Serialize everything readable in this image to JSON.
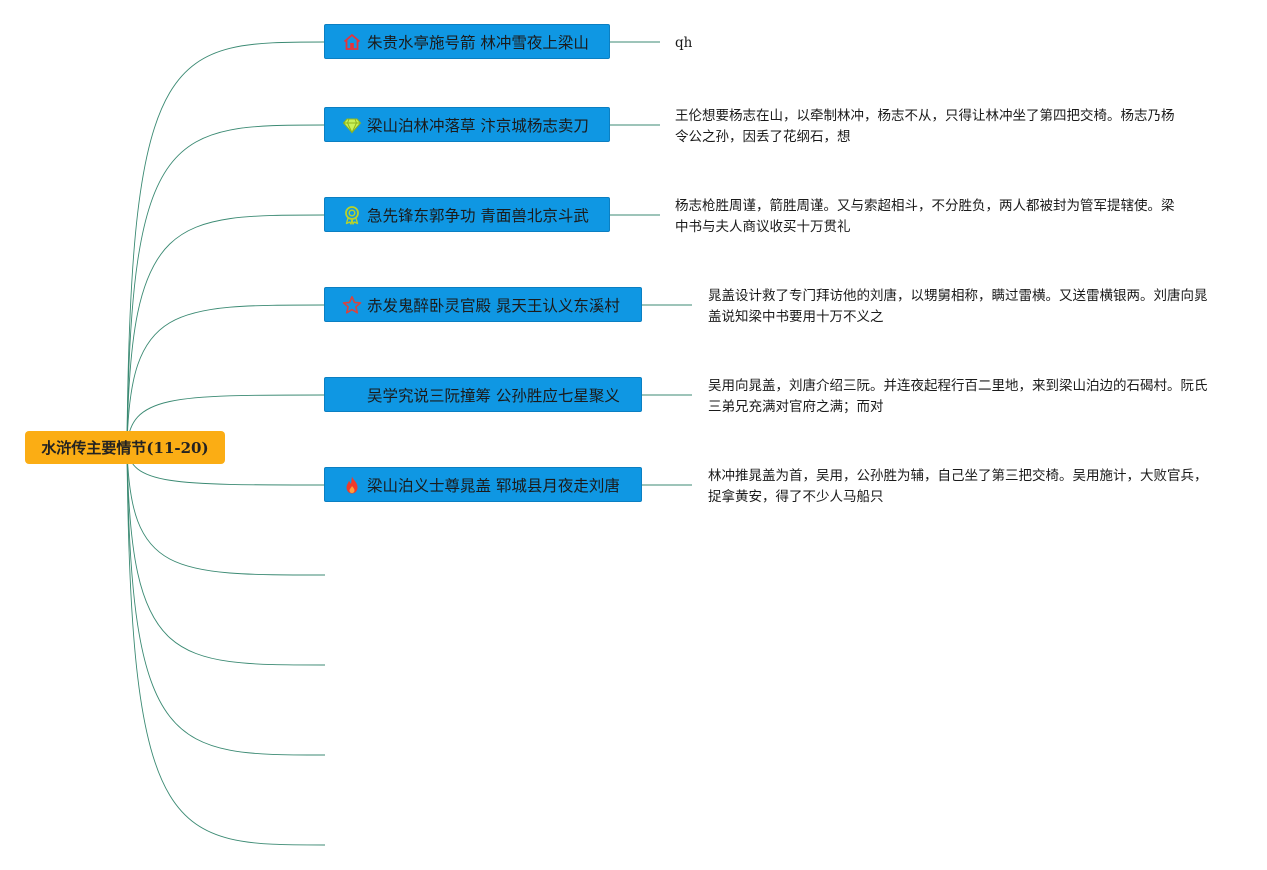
{
  "root": {
    "label": "水浒传主要情节(11-20)"
  },
  "colors": {
    "root_bg": "#fbad14",
    "topic_bg": "#0f97e3",
    "edge": "#3b8a73"
  },
  "topics": [
    {
      "label": "朱贵水亭施号箭 林冲雪夜上梁山",
      "icon": "home-icon",
      "note": "qh"
    },
    {
      "label": "梁山泊林冲落草 汴京城杨志卖刀",
      "icon": "diamond-icon",
      "note": "王伦想要杨志在山，以牵制林冲，杨志不从，只得让林冲坐了第四把交椅。杨志乃杨令公之孙，因丢了花纲石，想"
    },
    {
      "label": "急先锋东郭争功 青面兽北京斗武",
      "icon": "medal-icon",
      "note": "杨志枪胜周谨，箭胜周谨。又与索超相斗，不分胜负，两人都被封为管军提辖使。梁中书与夫人商议收买十万贯礼"
    },
    {
      "label": "赤发鬼醉卧灵官殿 晁天王认义东溪村",
      "icon": "star-icon",
      "note": "晁盖设计救了专门拜访他的刘唐，以甥舅相称，瞒过雷横。又送雷横银两。刘唐向晁盖说知梁中书要用十万不义之"
    },
    {
      "label": "吴学究说三阮撞筹 公孙胜应七星聚义",
      "icon": "none",
      "note": "吴用向晁盖，刘唐介绍三阮。并连夜起程行百二里地，来到梁山泊边的石碣村。阮氏三弟兄充满对官府之满；而对"
    },
    {
      "label": "梁山泊义士尊晁盖 郓城县月夜走刘唐",
      "icon": "fire-icon",
      "note": "林冲推晁盖为首，吴用，公孙胜为辅，自己坐了第三把交椅。吴用施计，大败官兵，捉拿黄安，得了不少人马船只"
    }
  ]
}
